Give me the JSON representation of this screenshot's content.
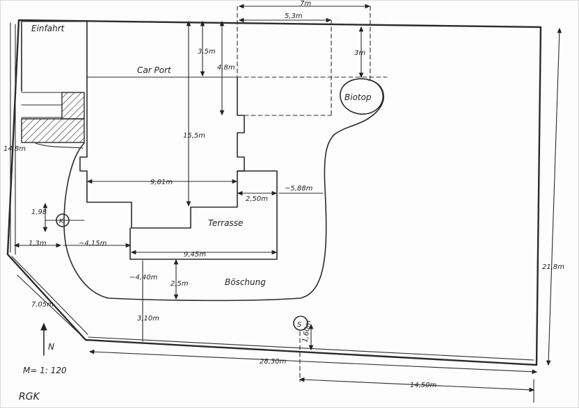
{
  "labels": {
    "einfahrt": "Einfahrt",
    "carport": "Car Port",
    "biotop": "Biotop",
    "terrasse": "Terrasse",
    "boeschung": "Böschung",
    "north": "N",
    "scale": "M= 1: 120",
    "initials": "RGK",
    "marker_k": "K",
    "marker_s": "S"
  },
  "dimensions": {
    "d_top_7m": "7m",
    "d_top_5_3m": "5,3m",
    "d_3m": "3m",
    "d_3_5m": "3,5m",
    "d_4_8m": "4,8m",
    "d_15_5m": "15,5m",
    "d_9_81m": "9,81m",
    "d_2_50m": "2,50m",
    "d_5_88m": "~5,88m",
    "d_1_98": "1,98",
    "d_1_3m": "1,3m",
    "d_4_15m": "~4,15m",
    "d_9_45m": "9,45m",
    "d_4_40m": "~4,40m",
    "d_2_5m": "2,5m",
    "d_3_10m": "3,10m",
    "d_14_8m": "14,8m",
    "d_7_05m": "7,05m",
    "d_28_30m": "28,30m",
    "d_14_50m": "14,50m",
    "d_21_8m": "21,8m",
    "d_1_60m": "1,60m"
  }
}
